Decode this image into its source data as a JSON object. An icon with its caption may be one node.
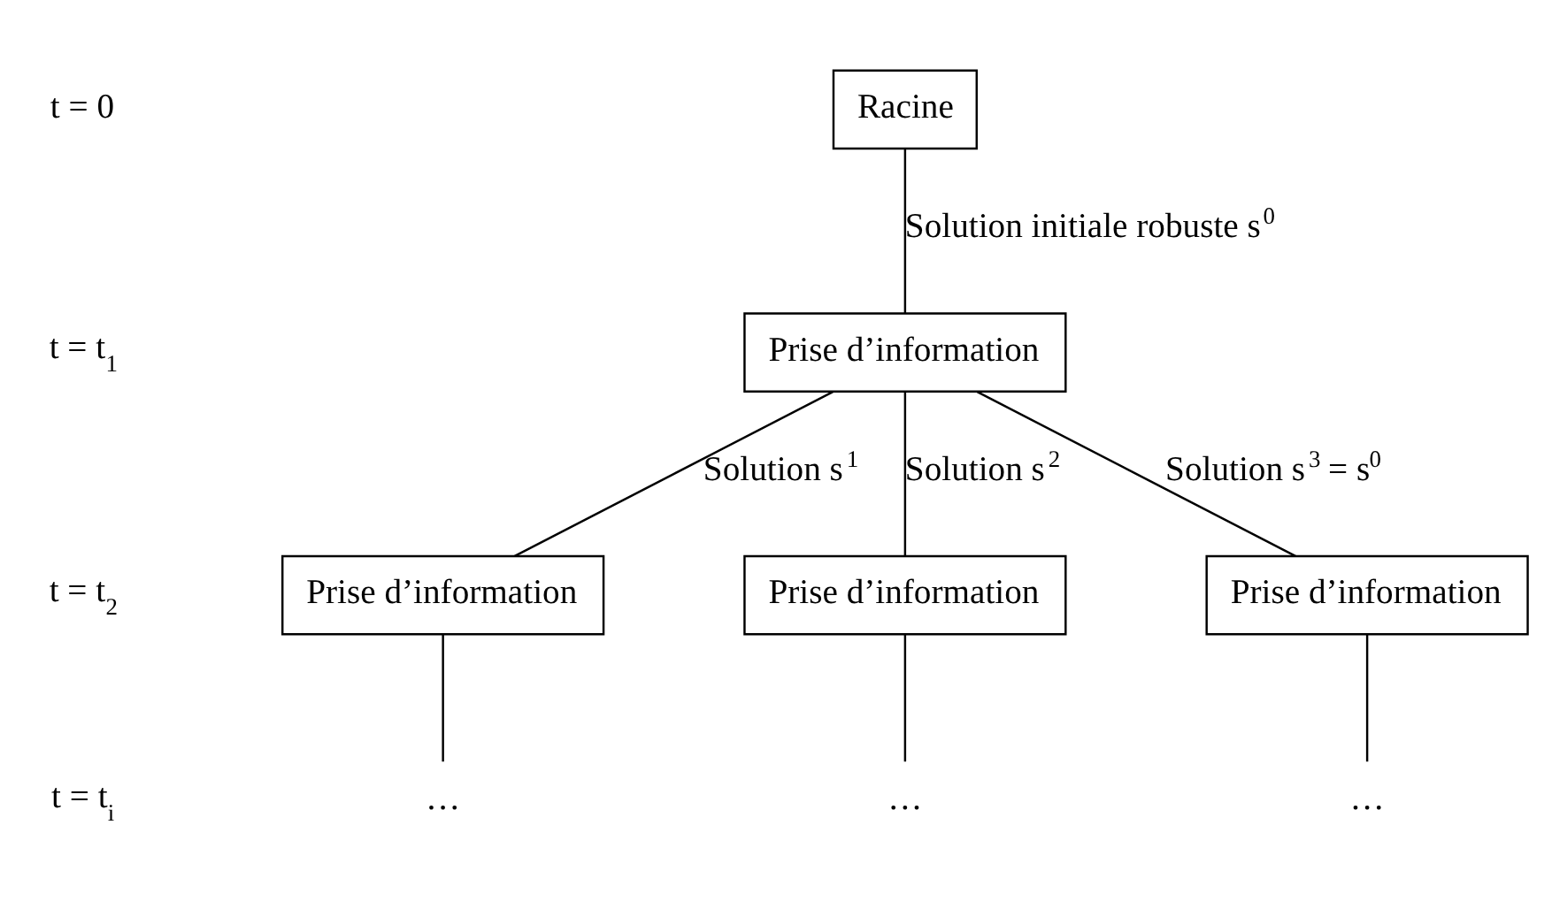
{
  "diagram": {
    "nodes": [
      {
        "text": [
          "Racine"
        ]
      },
      {
        "text": [
          "Prise d’information"
        ]
      },
      {
        "text": [
          "Prise d’information"
        ]
      },
      {
        "text": [
          "Prise d’information"
        ]
      },
      {
        "text": [
          "Prise d’information"
        ]
      },
      {
        "text": [
          "…"
        ]
      },
      {
        "text": [
          "…"
        ]
      },
      {
        "text": [
          "…"
        ]
      }
    ],
    "edges": [
      {
        "from": 0,
        "to": 1,
        "arrow": "none",
        "label": "Solution initiale robuste s$^{0}$"
      },
      {
        "from": 1,
        "to": 2,
        "arrow": "none",
        "label": "Solution s$^{1}$"
      },
      {
        "from": 1,
        "to": 3,
        "arrow": "none",
        "label": "Solution s$^{2}$"
      },
      {
        "from": 1,
        "to": 4,
        "arrow": "none",
        "label": "Solution s$^{3}$ = s$^{0}$"
      },
      {
        "from": 2,
        "to": 5,
        "arrow": "none"
      },
      {
        "from": 3,
        "to": 6,
        "arrow": "none"
      },
      {
        "from": 4,
        "to": 7,
        "arrow": "none"
      }
    ],
    "labels": [
      "t = 0",
      "t = t$_{1}$",
      "t = t$_{2}$",
      "t = t$_{i}$"
    ]
  }
}
